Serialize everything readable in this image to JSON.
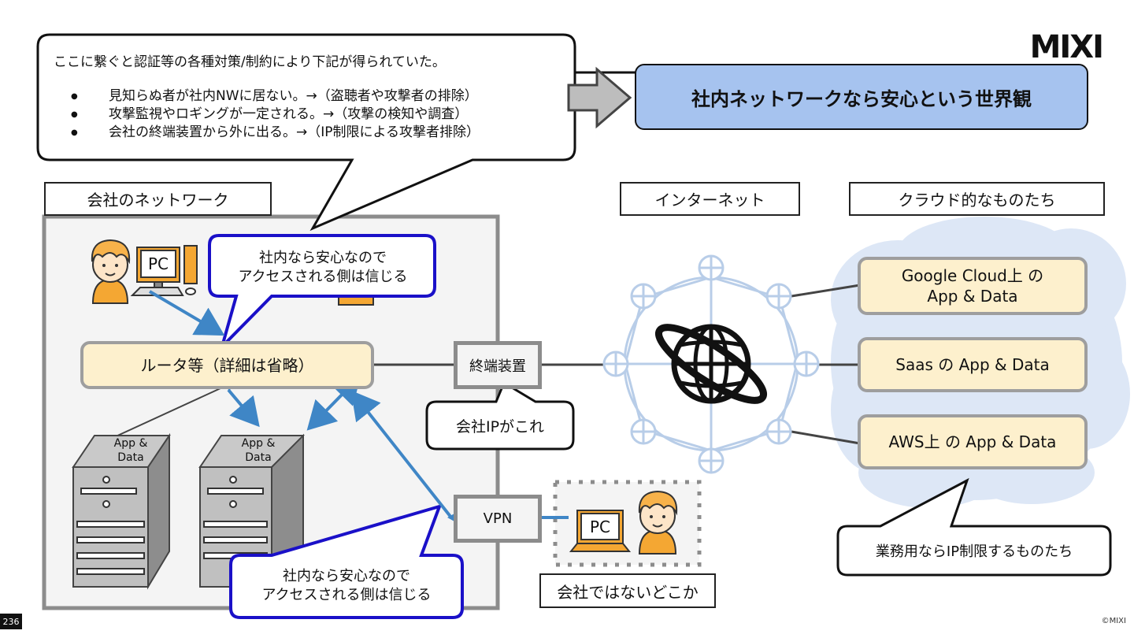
{
  "slide": {
    "page_number": "236",
    "copyright": "©MIXI",
    "logo_text": "MIXI"
  },
  "top_callout": {
    "intro": "ここに繋ぐと認証等の各種対策/制約により下記が得られていた。",
    "bullets": [
      "見知らぬ者が社内NWに居ない。→（盗聴者や攻撃者の排除）",
      "攻撃監視やロギングが一定される。→（攻撃の検知や調査）",
      "会社の終端装置から外に出る。→（IP制限による攻撃者排除）"
    ]
  },
  "headline": "社内ネットワークなら安心という世界観",
  "section_labels": {
    "company": "会社のネットワーク",
    "internet": "インターネット",
    "cloud": "クラウド的なものたち"
  },
  "router": "ルータ等（詳細は省略）",
  "terminal": "終端装置",
  "terminal_note": "会社IPがこれ",
  "vpn": "VPN",
  "pc_label": "PC",
  "servers": [
    {
      "label": "App &\nData"
    },
    {
      "label": "App &\nData"
    }
  ],
  "trust_callouts": [
    "社内なら安心なので\nアクセスされる側は信じる",
    "社内なら安心なので\nアクセスされる側は信じる"
  ],
  "remote_location": "会社ではないどこか",
  "cloud_items": [
    "Google Cloud上 の\nApp & Data",
    "Saas の App & Data",
    "AWS上 の App & Data"
  ],
  "ip_restriction_note": "業務用ならIP制限するものたち",
  "colors": {
    "headline_fill": "#a6c3ef",
    "yellow_fill": "#fdf0cd",
    "arrow_blue": "#3f86c6",
    "callout_blue": "#1a10c8",
    "network_gray": "#8c8c8c",
    "cloud_fill": "#dde7f6",
    "globe_ring": "#b8cde8"
  }
}
